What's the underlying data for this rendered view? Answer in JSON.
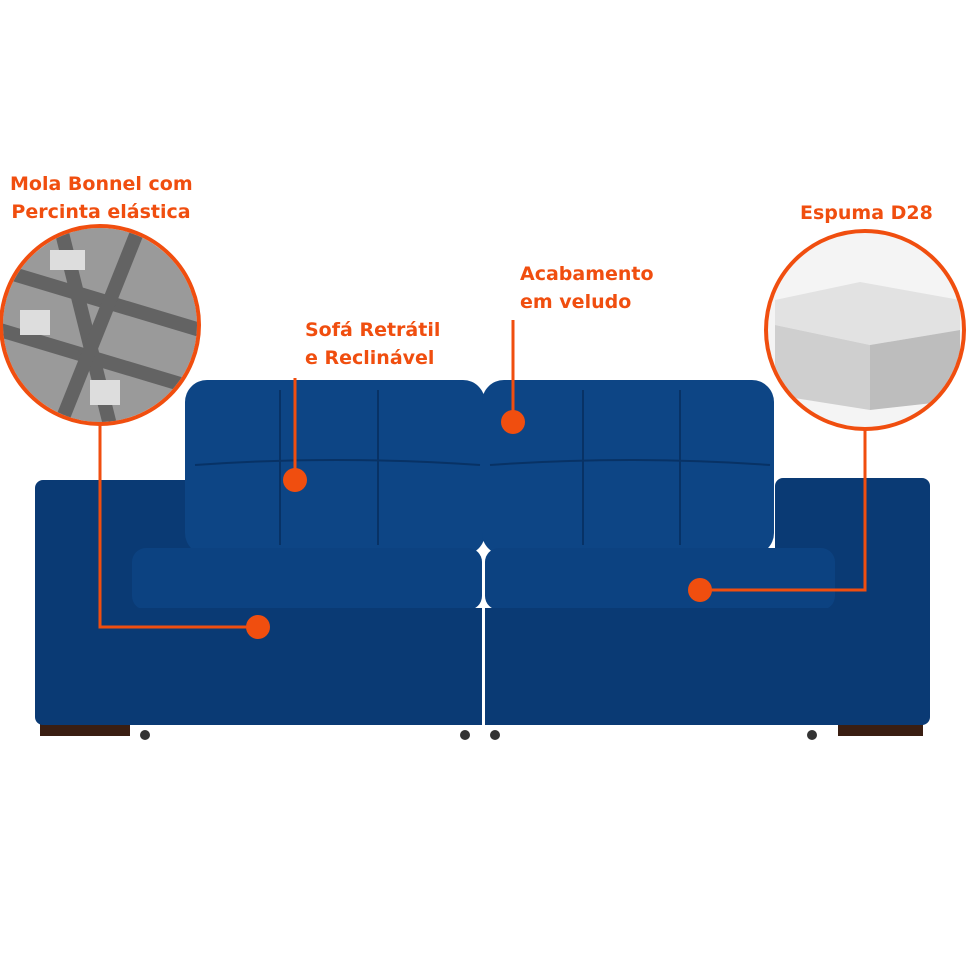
{
  "labels": {
    "spring": {
      "line1": "Mola Bonnel com",
      "line2": "Percinta elástica"
    },
    "foam": {
      "line1": "Espuma D28"
    },
    "finish": {
      "line1": "Acabamento",
      "line2": "em veludo"
    },
    "sofa": {
      "line1": "Sofá Retrátil",
      "line2": "e Reclinável"
    }
  },
  "colors": {
    "accent": "#f04e0f",
    "sofa": "#0b3f7c",
    "sofa_dark": "#072c5a"
  }
}
